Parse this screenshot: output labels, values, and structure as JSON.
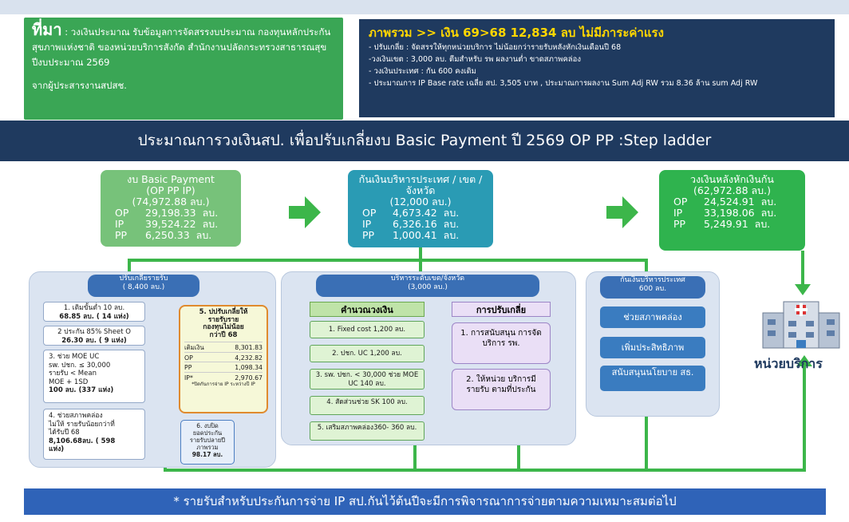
{
  "source": {
    "label": "ที่มา",
    "text": ": วงเงินประมาณ รับข้อมูลการจัดสรรงบประมาณ กองทุนหลักประกันสุขภาพแห่งชาติ ของหน่วยบริการสังกัด สำนักงานปลัดกระทรวงสาธารณสุข ปีงบประมาณ 2569",
    "from": "จากผู้ประสารงานสปสช."
  },
  "overview": {
    "title": "ภาพรวม >> เงิน 69>68 12,834 ลบ ไม่มีภาระค่าแรง",
    "items": [
      "- ปรับเกลี่ย : จัดสรรให้ทุกหน่วยบริการ ไม่น้อยกว่ารายรับหลังหักเงินเดือนปี 68",
      "-วงเงินเขต : 3,000 ลบ. ตีมสำหรับ รพ ผลงานต่ำ ขาดสภาพคล่อง",
      "- วงเงินประเทศ : กัน 600 คงเดิม",
      "- ประมาณการ IP Base rate เฉลี่ย สป. 3,505 บาท , ประมาณการผลงาน Sum Adj RW รวม 8.36 ล้าน sum Adj RW"
    ]
  },
  "title_bar": "ประมาณการวงเงินสป. เพื่อปรับเกลี่ยงบ Basic Payment ปี 2569 OP PP :Step ladder",
  "basic": {
    "title": "งบ Basic Payment",
    "sub": "(OP PP IP)",
    "total": "(74,972.88 ลบ.)",
    "rows": [
      [
        "OP",
        "29,198.33",
        "ลบ."
      ],
      [
        "IP",
        "39,524.22",
        "ลบ."
      ],
      [
        "PP",
        "6,250.33",
        "ลบ."
      ]
    ]
  },
  "reserve": {
    "title": "กันเงินบริหารประเทศ / เขต /จังหวัด",
    "total": "(12,000 ลบ.)",
    "rows": [
      [
        "OP",
        "4,673.42",
        "ลบ."
      ],
      [
        "IP",
        "6,326.16",
        "ลบ."
      ],
      [
        "PP",
        "1,000.41",
        "ลบ."
      ]
    ]
  },
  "after": {
    "title": "วงเงินหลังหักเงินกัน",
    "total": "(62,972.88 ลบ.)",
    "rows": [
      [
        "OP",
        "24,524.91",
        "ลบ."
      ],
      [
        "IP",
        "33,198.06",
        "ลบ."
      ],
      [
        "PP",
        "5,249.91",
        "ลบ."
      ]
    ]
  },
  "left_panel": {
    "header": "ปรับเกลี่ยรายรับ",
    "sub": "( 8,400 ลบ.)",
    "b1": [
      "1. เติมขั้นต่ำ 10 ลบ.",
      "68.85 ลบ. ( 14 แห่ง)"
    ],
    "b2": [
      "2 ประกัน 85% Sheet O",
      "26.30 ลบ. ( 9 แห่ง)"
    ],
    "b3": [
      "3. ช่วย MOE UC",
      "sw. ปชก. ≤ 30,000",
      "รายรับ < Mean",
      "MOE + 1SD",
      "100 ลบ. (337 แห่ง)"
    ],
    "b4": [
      "4. ช่วยสภาพคล่อง",
      "ไม่ให้ รายรับน้อยกว่าที่",
      "ได้รับปี 68",
      "8,106.68ลบ. ( 598",
      "แห่ง)"
    ],
    "b5": [
      "5. ปปรับเกลี่ยให้",
      "รายรับราย",
      "กองทุนไม่น้อย",
      "กว่าปี 68"
    ],
    "b5rows": [
      [
        "เติมเงิน",
        "8,301.83"
      ],
      [
        "OP",
        "4,232.82"
      ],
      [
        "PP",
        "1,098.34"
      ],
      [
        "IP*",
        "2,970.67"
      ]
    ],
    "b5note": "*ปิดกันการจ่าย IP ระหว่างปี IP",
    "b6": [
      "6. งบปิด",
      "ยอดประกัน",
      "รายรับปลายปี",
      "ภาพรวม",
      "98.17 ลบ."
    ]
  },
  "mid_panel": {
    "header": "บริหารระดับเขต/จังหวัด",
    "sub": "(3,000 ลบ.)",
    "calc_title": "คำนวณวงเงิน",
    "adj_title": "การปรับเกลี่ย",
    "calc": [
      "1. Fixed cost 1,200 ลบ.",
      "2. ปชก. UC 1,200 ลบ.",
      "3. sw. ปชก. < 30,000 ช่วย MOE UC 140 ลบ.",
      "4. สัดส่วนช่วย SK 100 ลบ.",
      "5. เสริมสภาพคล่อง360- 360 ลบ."
    ],
    "adj1": "1. การสนับสนุน การจัดบริการ รพ.",
    "adj2": "2. ให้หน่วย บริการมีรายรับ ตามที่ประกัน"
  },
  "right_panel": {
    "header": "กันเงินบริหารประเทศ",
    "sub": "600 ลบ.",
    "items": [
      "ช่วยสภาพคล่อง",
      "เพิ่มประสิทธิภาพ",
      "สนับสนุนนโยบาย สธ."
    ]
  },
  "unit_label": "หน่วยบริการ",
  "footer": "* รายรับสำหรับประกันการจ่าย IP สป.กันไว้ต้นปีจะมีการพิจารณาการจ่ายตามความเหมาะสมต่อไป",
  "colors": {
    "navy": "#1f3a5f",
    "green": "#3aa655",
    "teal": "#2a9bb4",
    "yellow": "#ffd700",
    "blue": "#2f63b8"
  }
}
